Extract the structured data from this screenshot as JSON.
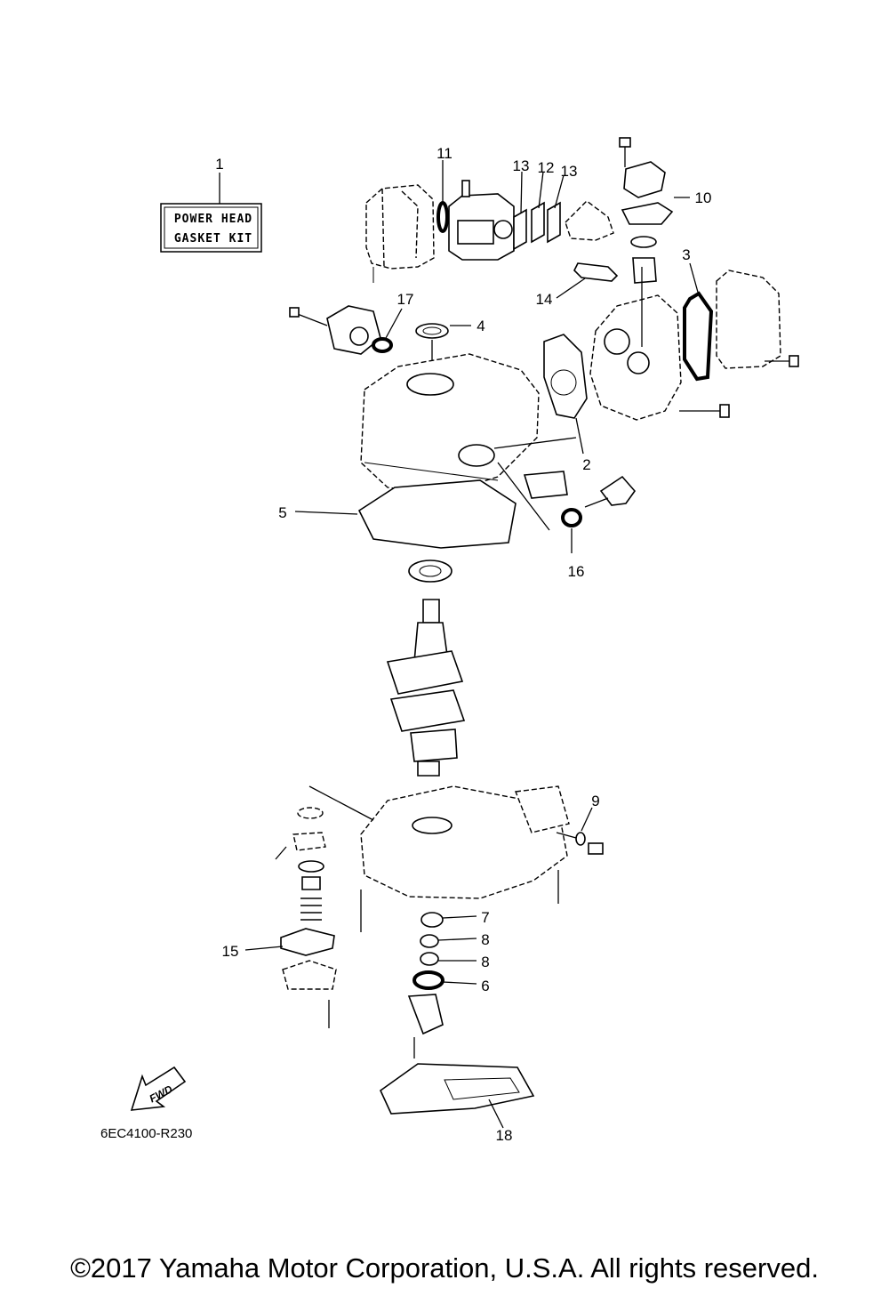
{
  "kit_label": {
    "line1": "POWER HEAD",
    "line2": "GASKET KIT"
  },
  "fwd_label": "FWD",
  "diagram_code": "6EC4100-R230",
  "copyright": "©2017 Yamaha Motor Corporation, U.S.A. All rights reserved.",
  "callouts": {
    "c1": "1",
    "c2": "2",
    "c3": "3",
    "c4": "4",
    "c5": "5",
    "c6": "6",
    "c7": "7",
    "c8a": "8",
    "c8b": "8",
    "c9": "9",
    "c10": "10",
    "c11": "11",
    "c12": "12",
    "c13a": "13",
    "c13b": "13",
    "c14": "14",
    "c15": "15",
    "c16": "16",
    "c17": "17",
    "c18": "18"
  }
}
